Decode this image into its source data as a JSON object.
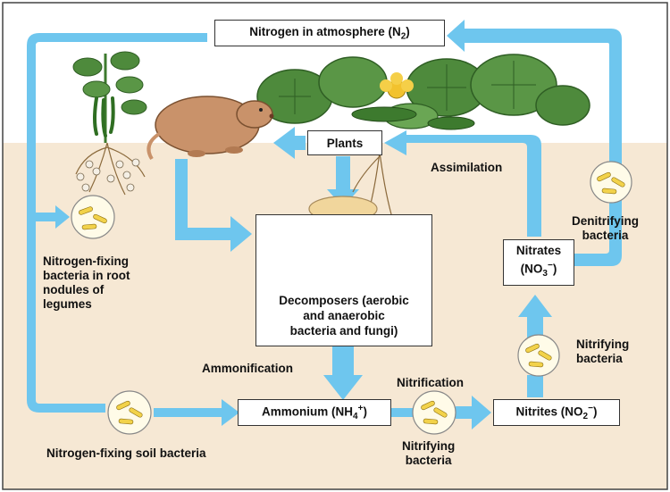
{
  "colors": {
    "arrow": "#6ec6ee",
    "soil": "#f6e8d4",
    "sky": "#ffffff",
    "outer_border": "#444444"
  },
  "atmosphere": {
    "text": "Nitrogen in atmosphere (N",
    "sub": "2",
    "close": ")"
  },
  "plants": "Plants",
  "assimilation": "Assimilation",
  "decomposers": [
    "Decomposers (aerobic",
    "and anaerobic",
    "bacteria and fungi)"
  ],
  "nitrogen_fixing_root": [
    "Nitrogen-fixing",
    "bacteria in root",
    "nodules of",
    "legumes"
  ],
  "denitrifying": [
    "Denitrifying",
    "bacteria"
  ],
  "nitrates": {
    "line1": "Nitrates",
    "line2_pre": "(NO",
    "sub": "3",
    "sup": "−",
    "line2_post": ")"
  },
  "nitrifying_right": [
    "Nitrifying",
    "bacteria"
  ],
  "ammonification": "Ammonification",
  "nitrification": "Nitrification",
  "ammonium": {
    "pre": "Ammonium (NH",
    "sub": "4",
    "sup": "+",
    "post": ")"
  },
  "nitrites": {
    "pre": "Nitrites (NO",
    "sub": "2",
    "sup": "−",
    "post": ")"
  },
  "nitrifying_bottom": [
    "Nitrifying",
    "bacteria"
  ],
  "soil_bacteria": "Nitrogen-fixing soil bacteria"
}
